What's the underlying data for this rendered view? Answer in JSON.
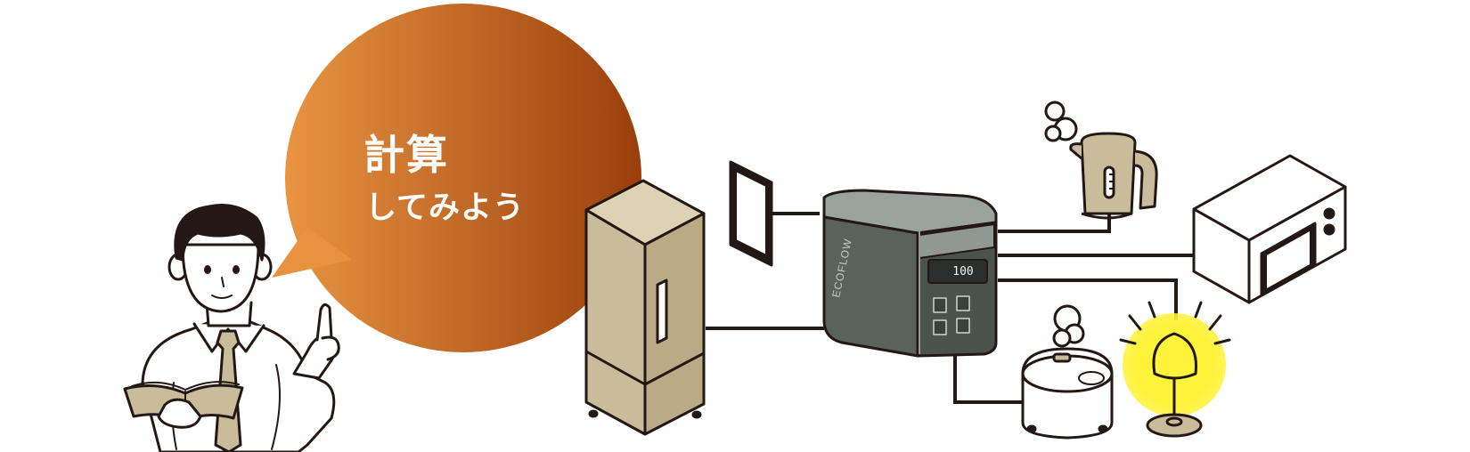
{
  "bubble": {
    "title": "計算",
    "subtitle": "してみよう",
    "gradient_start": "#e89442",
    "gradient_end": "#9a3f0c"
  },
  "power_station": {
    "brand": "ECOFLOW",
    "display_value": "100"
  },
  "colors": {
    "outline": "#231815",
    "appliance_beige": "#c9bc9a",
    "station_dark": "#4b534f",
    "station_light": "#8f9893",
    "lamp_glow": "#fff23a"
  },
  "icons": {
    "person": "man-reading-book-icon",
    "fridge": "refrigerator-icon",
    "panel": "solar-panel-icon",
    "station": "portable-power-station-icon",
    "kettle": "electric-kettle-icon",
    "microwave": "microwave-oven-icon",
    "rice_cooker": "rice-cooker-icon",
    "lamp": "desk-lamp-icon"
  }
}
